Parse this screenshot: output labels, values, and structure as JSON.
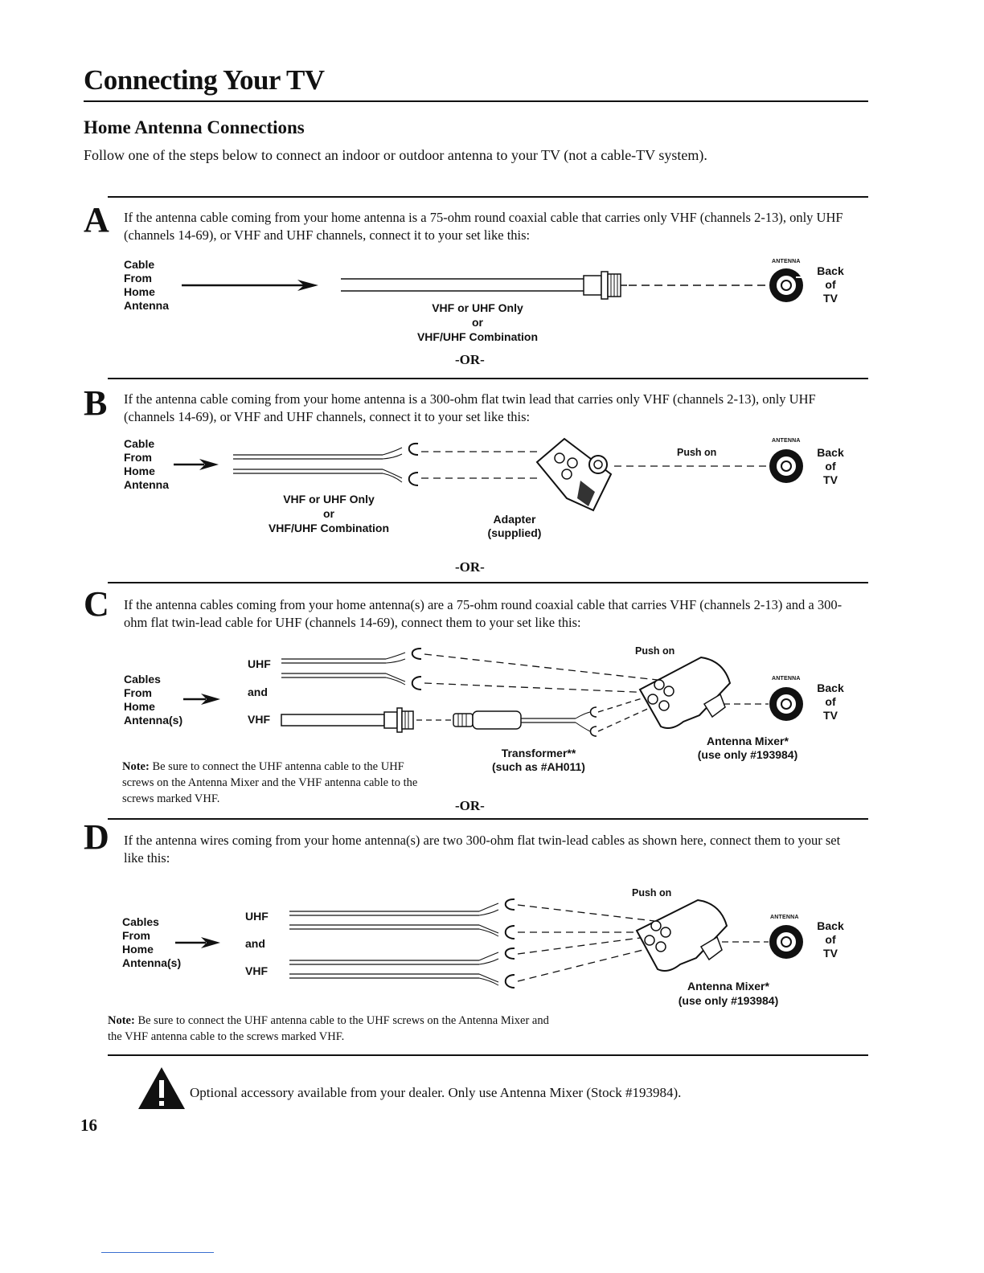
{
  "header": {
    "title": "Connecting Your TV",
    "subtitle": "Home Antenna Connections",
    "intro": "Follow one of the steps below to connect an indoor or outdoor antenna to your TV (not a cable-TV system)."
  },
  "separator": "-OR-",
  "steps": [
    {
      "letter": "A",
      "text": "If the antenna cable coming from your home antenna is a 75-ohm round coaxial cable that carries only VHF (channels 2-13), only UHF (channels 14-69), or VHF and UHF channels, connect it to your set like this:",
      "source_label": [
        "Cable",
        "From",
        "Home",
        "Antenna"
      ],
      "cable_label": [
        "VHF or UHF Only",
        "or",
        "VHF/UHF Combination"
      ],
      "antenna_tag": "ANTENNA",
      "tv_label": [
        "Back",
        "of",
        "TV"
      ]
    },
    {
      "letter": "B",
      "text": "If the antenna cable coming from your home antenna is a 300-ohm flat twin lead that carries only VHF (channels 2-13), only UHF (channels 14-69), or VHF and UHF channels, connect it to your set like this:",
      "source_label": [
        "Cable",
        "From",
        "Home",
        "Antenna"
      ],
      "cable_label": [
        "VHF or UHF Only",
        "or",
        "VHF/UHF Combination"
      ],
      "adapter_label": [
        "Adapter",
        "(supplied)"
      ],
      "push_on": "Push on",
      "antenna_tag": "ANTENNA",
      "tv_label": [
        "Back",
        "of",
        "TV"
      ]
    },
    {
      "letter": "C",
      "text": "If the antenna cables coming from your home antenna(s) are a 75-ohm round coaxial cable that carries VHF (channels 2-13) and a 300-ohm flat twin-lead cable for UHF (channels 14-69), connect them to your set like this:",
      "source_label": [
        "Cables",
        "From",
        "Home",
        "Antenna(s)"
      ],
      "cable_labels": [
        "UHF",
        "and",
        "VHF"
      ],
      "transformer_label": [
        "Transformer**",
        "(such as #AH011)"
      ],
      "mixer_label": [
        "Antenna Mixer*",
        "(use only #193984)"
      ],
      "push_on": "Push on",
      "antenna_tag": "ANTENNA",
      "tv_label": [
        "Back",
        "of",
        "TV"
      ],
      "note_prefix": "Note:",
      "note": "Be sure to connect the UHF antenna cable to the UHF screws on the Antenna Mixer and the VHF antenna cable to the screws marked VHF."
    },
    {
      "letter": "D",
      "text": "If the antenna wires coming from your home antenna(s) are two 300-ohm flat twin-lead cables as shown here, connect them to your set like this:",
      "source_label": [
        "Cables",
        "From",
        "Home",
        "Antenna(s)"
      ],
      "cable_labels": [
        "UHF",
        "and",
        "VHF"
      ],
      "mixer_label": [
        "Antenna Mixer*",
        "(use only #193984)"
      ],
      "push_on": "Push on",
      "antenna_tag": "ANTENNA",
      "tv_label": [
        "Back",
        "of",
        "TV"
      ],
      "note_prefix": "Note:",
      "note": "Be sure to connect the UHF antenna cable to the UHF screws on the Antenna Mixer and the VHF antenna cable to the screws marked VHF."
    }
  ],
  "footer": {
    "warning_icon": "warning-triangle-icon",
    "footnote": "Optional accessory available from your dealer.  Only use Antenna Mixer (Stock #193984).",
    "page_number": "16"
  }
}
